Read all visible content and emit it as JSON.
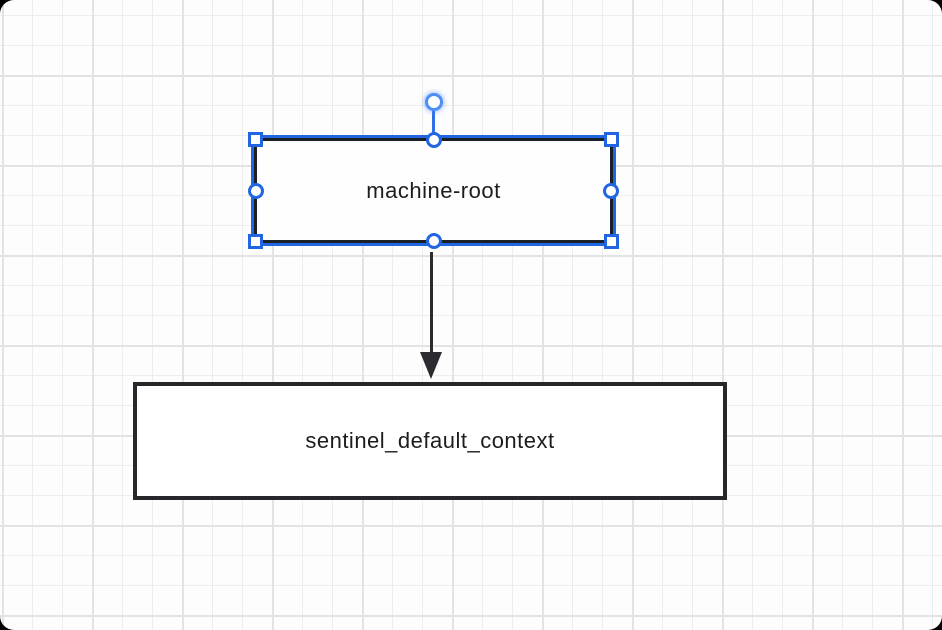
{
  "canvas": {
    "background_color": "#fdfdfd",
    "grid_minor_color": "#ededed",
    "grid_major_color": "#e3e3e3"
  },
  "selection": {
    "accent_color": "#2166e0",
    "selected_node": "machine-root",
    "handles": [
      "rotate",
      "nw",
      "n",
      "ne",
      "e",
      "se",
      "s",
      "sw",
      "w"
    ]
  },
  "nodes": [
    {
      "id": "machine-root",
      "label": "machine-root",
      "selected": true,
      "border_color": "#1b2027",
      "fill_color": "#fefefe",
      "text_color": "#1d1d1f"
    },
    {
      "id": "sentinel_default_context",
      "label": "sentinel_default_context",
      "selected": false,
      "border_color": "#26272b",
      "fill_color": "#ffffff",
      "text_color": "#1d1d1f"
    }
  ],
  "edges": [
    {
      "from": "machine-root",
      "to": "sentinel_default_context",
      "direction": "down",
      "color": "#2b2c30"
    }
  ]
}
